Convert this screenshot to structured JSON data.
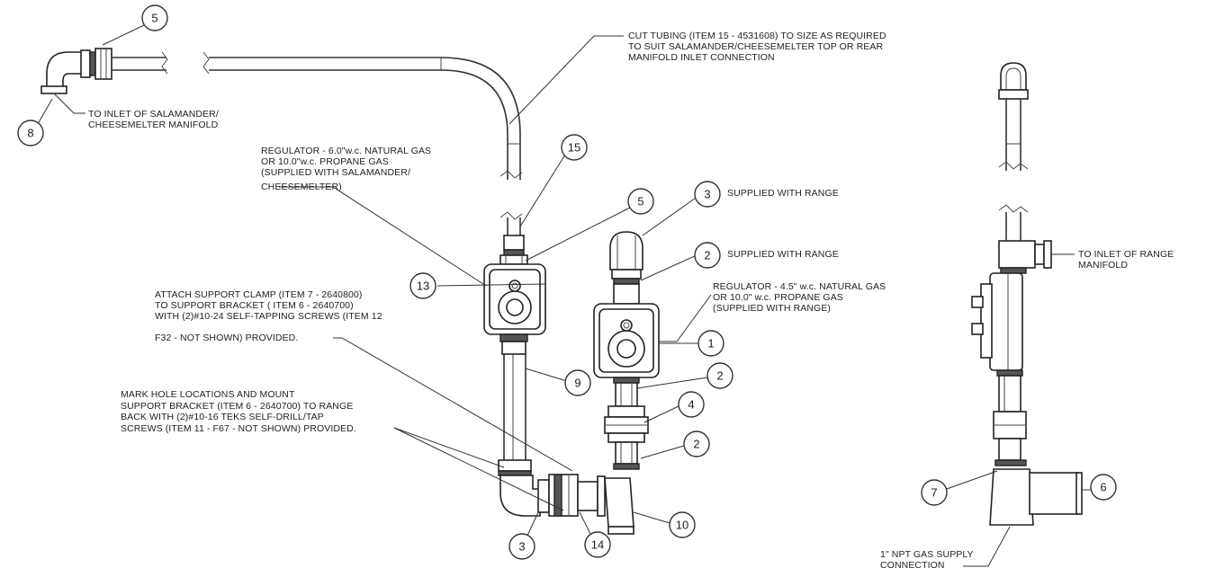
{
  "notes": {
    "cut_tubing": [
      "CUT TUBING (ITEM 15 - 4531608) TO SIZE AS REQUIRED",
      "TO SUIT SALAMANDER/CHEESEMELTER TOP OR REAR",
      "MANIFOLD INLET CONNECTION"
    ],
    "inlet_salamander": [
      "TO INLET OF SALAMANDER/",
      "CHEESEMELTER MANIFOLD"
    ],
    "regulator_salamander": [
      "REGULATOR - 6.0\"w.c. NATURAL GAS",
      "OR 10.0\"w.c. PROPANE GAS",
      "(SUPPLIED WITH SALAMANDER/",
      "CHEESEMELTER)"
    ],
    "supplied_3": "SUPPLIED WITH RANGE",
    "supplied_2": "SUPPLIED WITH RANGE",
    "regulator_range": [
      "REGULATOR - 4.5\" w.c. NATURAL GAS",
      "OR 10.0\" w.c. PROPANE GAS",
      "(SUPPLIED WITH RANGE)"
    ],
    "support_clamp": [
      "ATTACH SUPPORT CLAMP (ITEM 7 - 2640800)",
      "TO SUPPORT BRACKET ( ITEM 6 - 2640700)",
      "WITH (2)#10-24 SELF-TAPPING SCREWS (ITEM 12",
      "F32 - NOT SHOWN) PROVIDED."
    ],
    "mark_hole": [
      "MARK HOLE LOCATIONS AND MOUNT",
      "SUPPORT BRACKET (ITEM 6 - 2640700) TO RANGE",
      "BACK WITH (2)#10-16 TEKS SELF-DRILL/TAP",
      "SCREWS (ITEM 11 - F67 - NOT SHOWN) PROVIDED."
    ],
    "inlet_range": [
      "TO INLET OF RANGE",
      "MANIFOLD"
    ],
    "npt_supply": [
      "1\" NPT GAS SUPPLY",
      "CONNECTION"
    ]
  },
  "balloons": [
    {
      "id": "b5-top",
      "label": "5"
    },
    {
      "id": "b8",
      "label": "8"
    },
    {
      "id": "b15",
      "label": "15"
    },
    {
      "id": "b3-top",
      "label": "3"
    },
    {
      "id": "b5-mid",
      "label": "5"
    },
    {
      "id": "b2-top",
      "label": "2"
    },
    {
      "id": "b13",
      "label": "13"
    },
    {
      "id": "b1",
      "label": "1"
    },
    {
      "id": "b9",
      "label": "9"
    },
    {
      "id": "b2-mid",
      "label": "2"
    },
    {
      "id": "b4",
      "label": "4"
    },
    {
      "id": "b2-low",
      "label": "2"
    },
    {
      "id": "b10",
      "label": "10"
    },
    {
      "id": "b3-low",
      "label": "3"
    },
    {
      "id": "b14",
      "label": "14"
    },
    {
      "id": "b7",
      "label": "7"
    },
    {
      "id": "b6",
      "label": "6"
    }
  ]
}
